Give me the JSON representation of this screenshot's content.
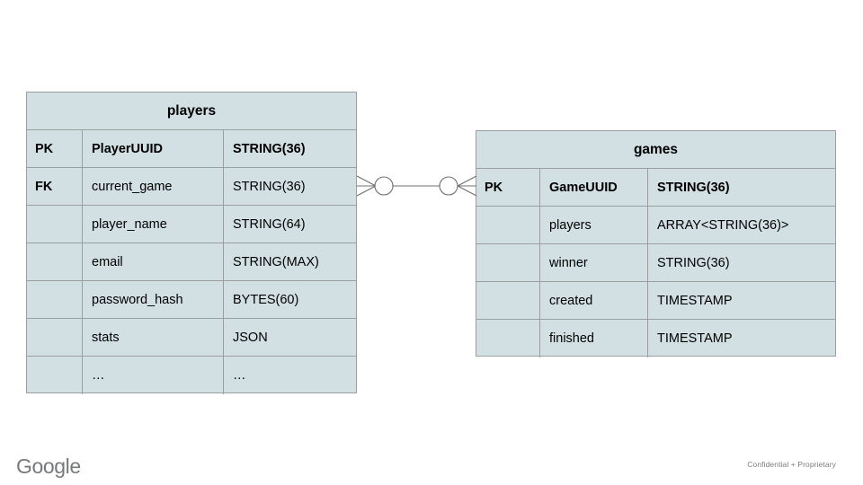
{
  "slide": {
    "background_color": "#ffffff",
    "entity_fill_color": "#d2dfe3",
    "entity_border_color": "#9aa0a0"
  },
  "diagram": {
    "type": "entity-relationship",
    "entities": [
      {
        "id": "players",
        "title": "players",
        "columns": [
          {
            "key": "PK",
            "name": "PlayerUUID",
            "type": "STRING(36)",
            "bold": true
          },
          {
            "key": "FK",
            "name": "current_game",
            "type": "STRING(36)",
            "bold": false
          },
          {
            "key": "",
            "name": "player_name",
            "type": "STRING(64)",
            "bold": false
          },
          {
            "key": "",
            "name": "email",
            "type": "STRING(MAX)",
            "bold": false
          },
          {
            "key": "",
            "name": "password_hash",
            "type": "BYTES(60)",
            "bold": false
          },
          {
            "key": "",
            "name": "stats",
            "type": "JSON",
            "bold": false
          },
          {
            "key": "",
            "name": "…",
            "type": "…",
            "bold": false
          }
        ]
      },
      {
        "id": "games",
        "title": "games",
        "columns": [
          {
            "key": "PK",
            "name": "GameUUID",
            "type": "STRING(36)",
            "bold": true
          },
          {
            "key": "",
            "name": "players",
            "type": "ARRAY<STRING(36)>",
            "bold": false
          },
          {
            "key": "",
            "name": "winner",
            "type": "STRING(36)",
            "bold": false
          },
          {
            "key": "",
            "name": "created",
            "type": "TIMESTAMP",
            "bold": false
          },
          {
            "key": "",
            "name": "finished",
            "type": "TIMESTAMP",
            "bold": false
          }
        ]
      }
    ],
    "relationship": {
      "from_entity": "players",
      "from_column": "current_game",
      "to_entity": "games",
      "to_column": "GameUUID",
      "notation": "crows-foot",
      "left_end": "zero-or-many",
      "right_end": "zero-or-many",
      "cardinality": "many-to-many",
      "line_color": "#6b6f70"
    }
  },
  "footer": {
    "logo_text": "Google",
    "confidentiality_note": "Confidential + Proprietary"
  }
}
